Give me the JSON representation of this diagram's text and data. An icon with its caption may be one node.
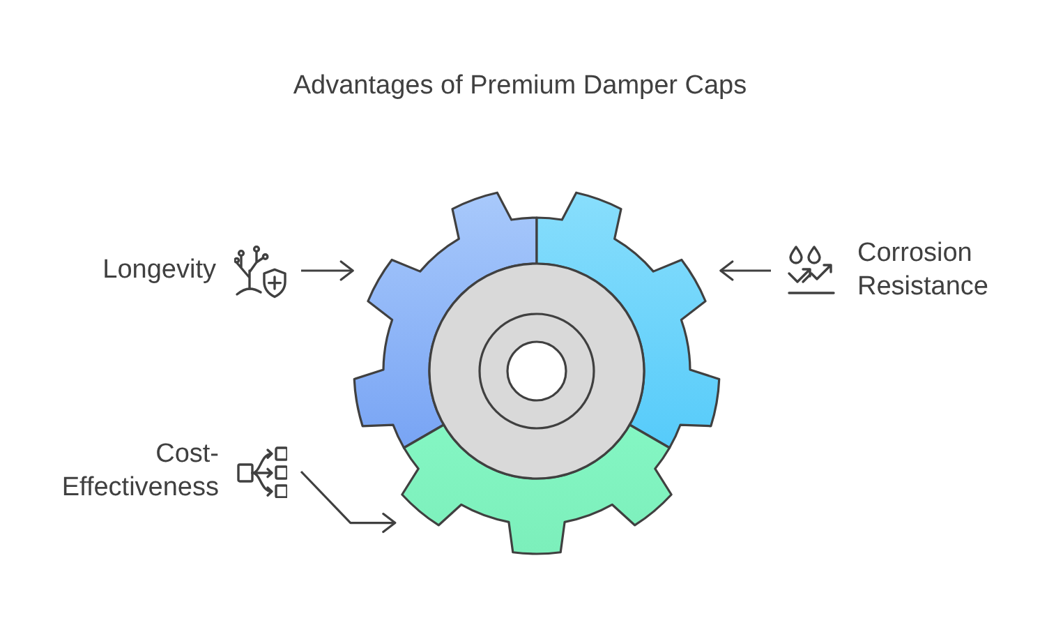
{
  "diagram": {
    "title": "Advantages of Premium Damper Caps",
    "nodes": [
      {
        "text": [
          "Longevity"
        ]
      },
      {
        "text": [],
        "shape": "gear"
      },
      {
        "text": [],
        "shape": "gear"
      },
      {
        "text": [
          "Corrosion Resistance"
        ]
      },
      {
        "text": [
          "Cost-Effectiveness"
        ]
      },
      {
        "text": [],
        "shape": "gear"
      }
    ],
    "edges": [
      {
        "from": 0,
        "to": 1,
        "arrow": "to"
      },
      {
        "from": 3,
        "to": 2,
        "arrow": "to"
      },
      {
        "from": 4,
        "to": 5,
        "arrow": "to"
      }
    ]
  }
}
